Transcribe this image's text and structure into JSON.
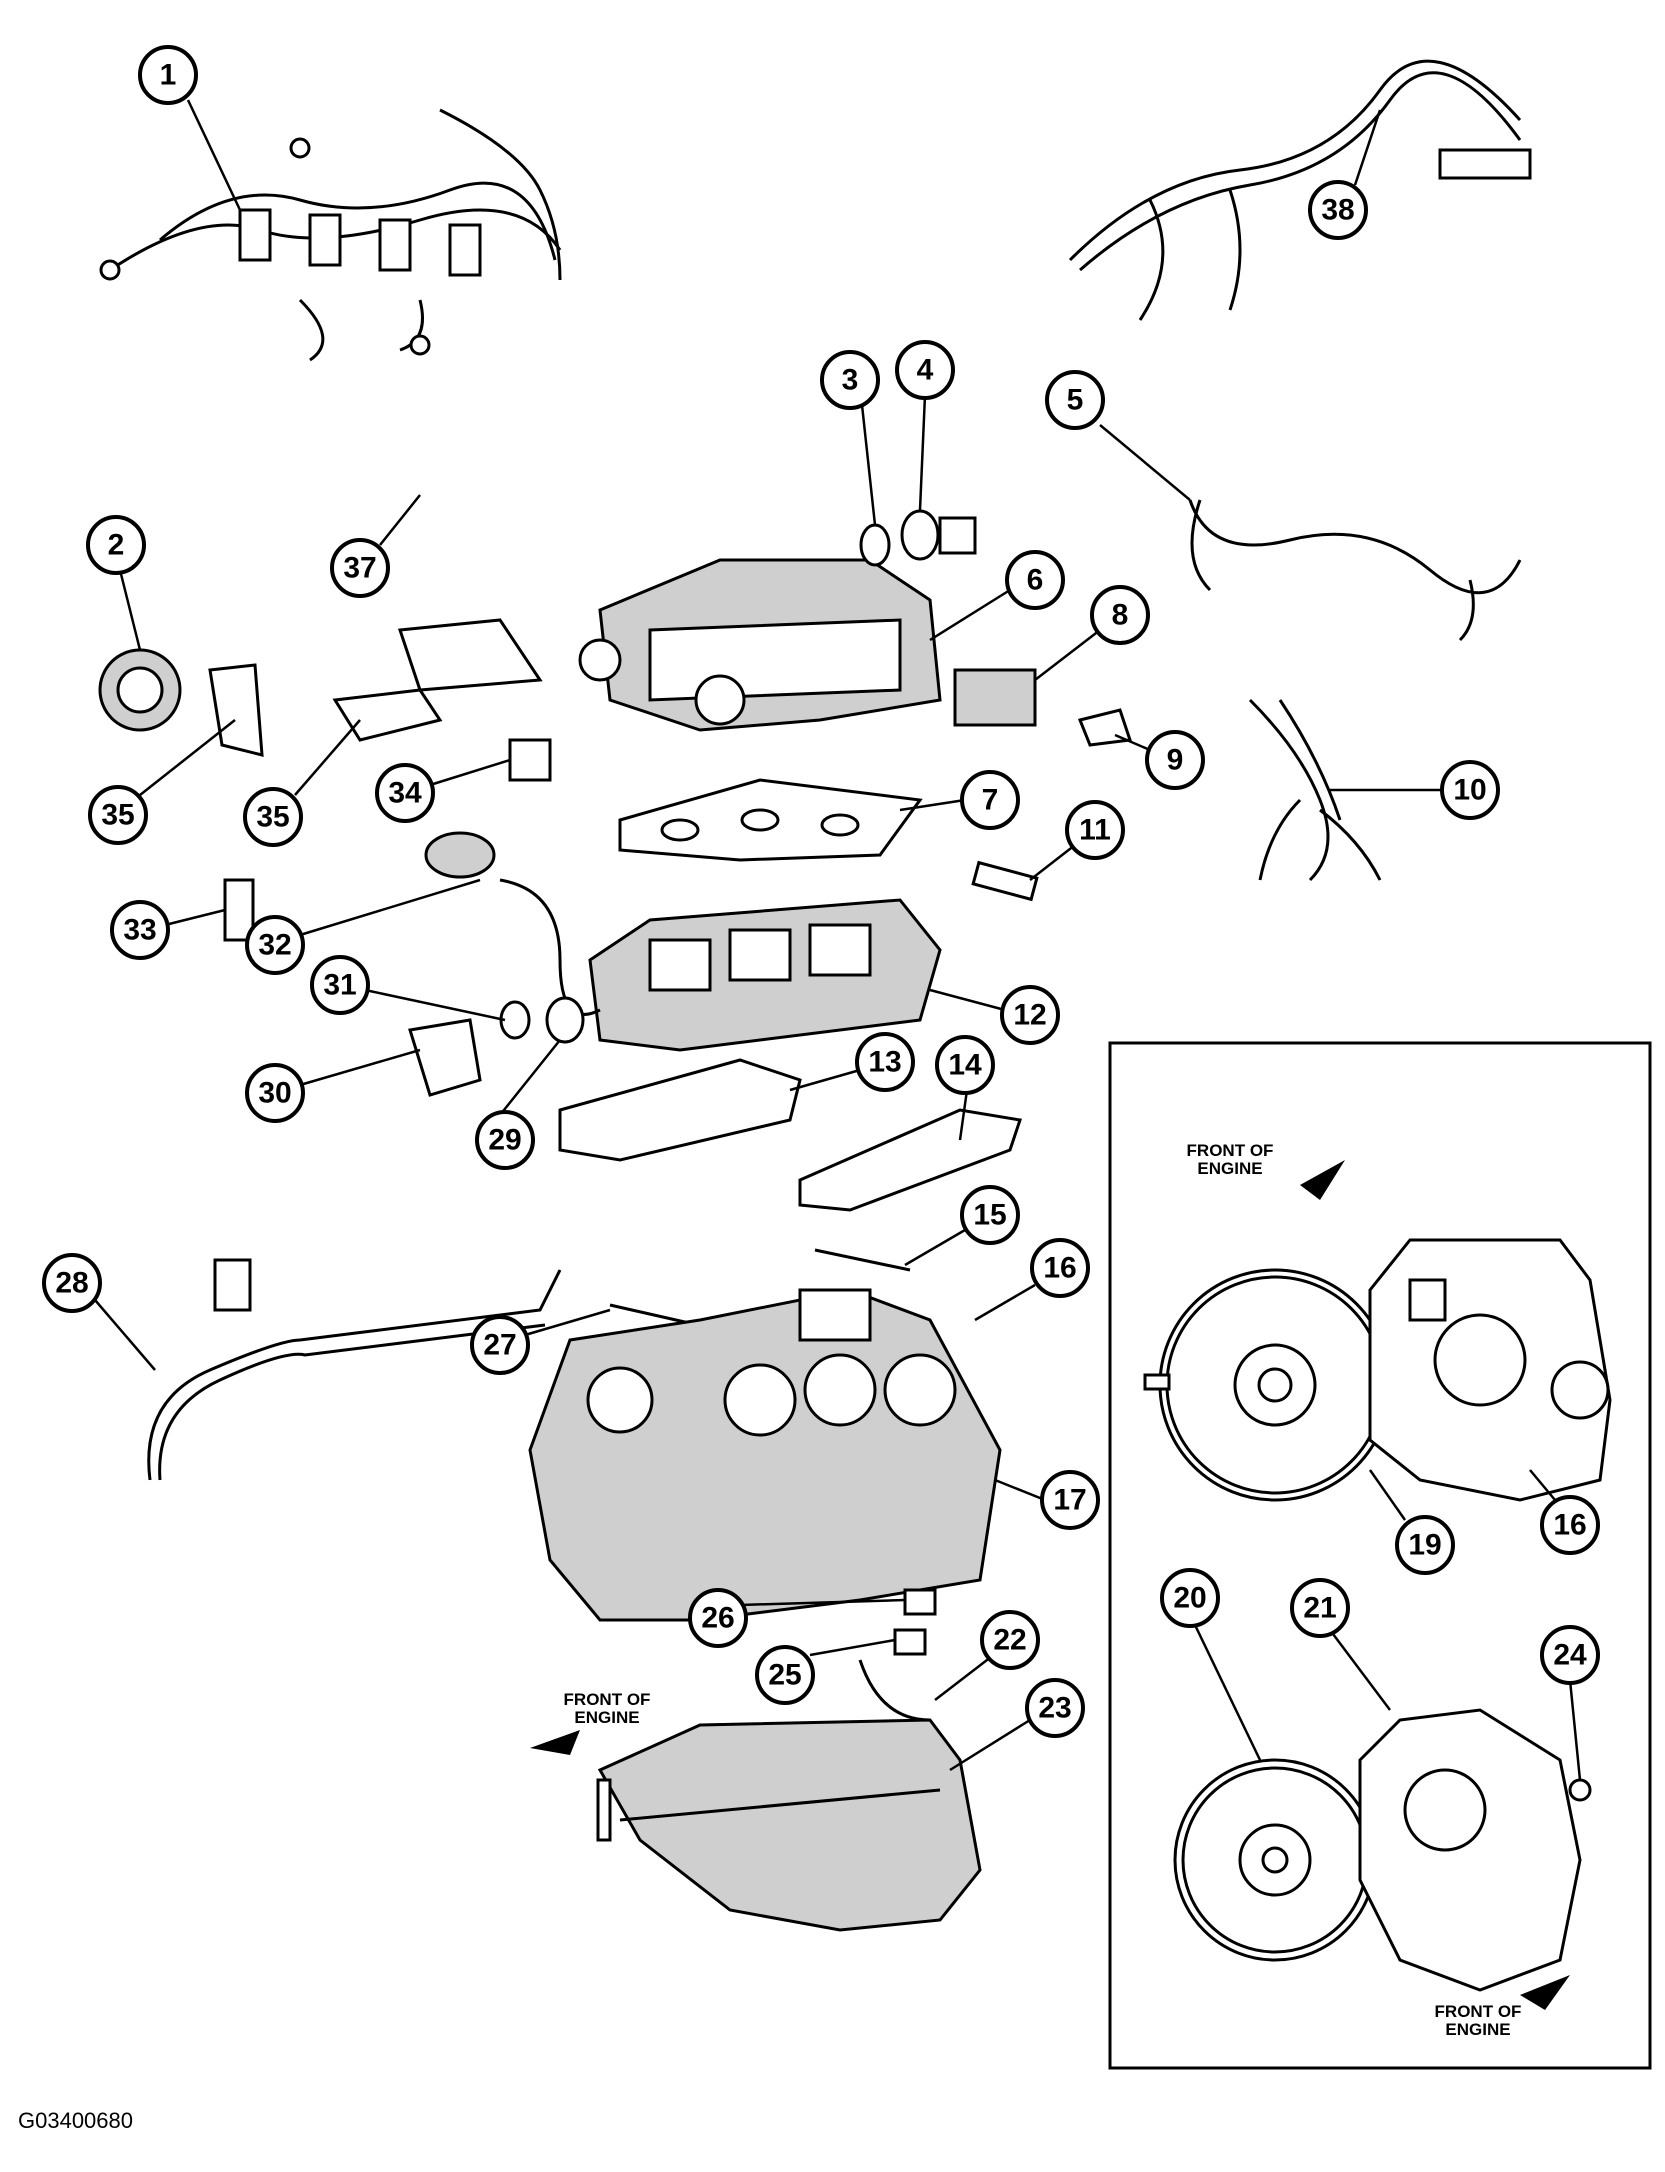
{
  "figure_id": "G03400680",
  "front_of_engine_label": [
    "FRONT OF",
    "ENGINE"
  ],
  "icons": {
    "arrow": "front-of-engine-arrow-icon"
  },
  "callouts": [
    {
      "n": "1"
    },
    {
      "n": "2"
    },
    {
      "n": "3"
    },
    {
      "n": "4"
    },
    {
      "n": "5"
    },
    {
      "n": "6"
    },
    {
      "n": "7"
    },
    {
      "n": "8"
    },
    {
      "n": "9"
    },
    {
      "n": "10"
    },
    {
      "n": "11"
    },
    {
      "n": "12"
    },
    {
      "n": "13"
    },
    {
      "n": "14"
    },
    {
      "n": "15"
    },
    {
      "n": "16"
    },
    {
      "n": "16"
    },
    {
      "n": "17"
    },
    {
      "n": "19"
    },
    {
      "n": "20"
    },
    {
      "n": "21"
    },
    {
      "n": "22"
    },
    {
      "n": "23"
    },
    {
      "n": "24"
    },
    {
      "n": "25"
    },
    {
      "n": "26"
    },
    {
      "n": "27"
    },
    {
      "n": "28"
    },
    {
      "n": "29"
    },
    {
      "n": "30"
    },
    {
      "n": "31"
    },
    {
      "n": "32"
    },
    {
      "n": "33"
    },
    {
      "n": "34"
    },
    {
      "n": "35"
    },
    {
      "n": "35"
    },
    {
      "n": "37"
    },
    {
      "n": "38"
    }
  ]
}
